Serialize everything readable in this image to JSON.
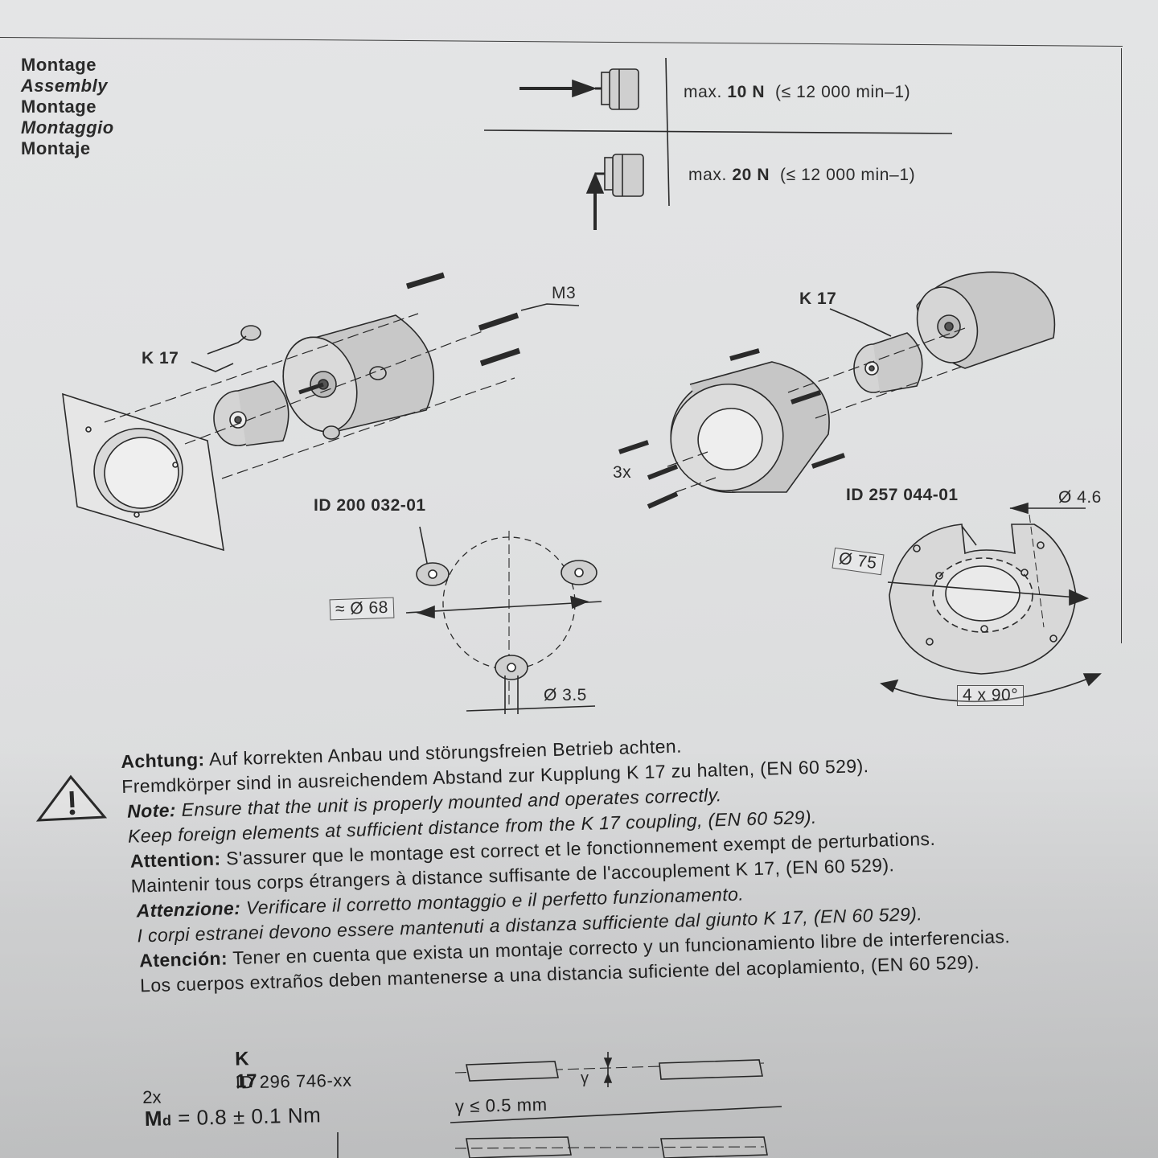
{
  "titles": [
    "Montage",
    "Assembly",
    "Montage",
    "Montaggio",
    "Montaje"
  ],
  "loads": {
    "axial": {
      "prefix": "max.",
      "value": "10 N",
      "speed": "(≤ 12 000 min–1)"
    },
    "radial": {
      "prefix": "max.",
      "value": "20 N",
      "speed": "(≤ 12 000 min–1)"
    }
  },
  "left_diagram": {
    "coupling_label": "K 17",
    "screw_label": "M3",
    "id": "ID 200 032-01",
    "pitch_diameter": "≈ Ø 68",
    "hole_diameter": "Ø 3.5"
  },
  "right_diagram": {
    "coupling_label": "K 17",
    "screw_count": "3x",
    "id": "ID 257 044-01",
    "hole_diameter": "Ø 4.6",
    "pitch_diameter": "Ø 75",
    "angle": "4 x 90°"
  },
  "warning": {
    "lines": [
      {
        "kw": "Achtung:",
        "text": " Auf korrekten Anbau und störungsfreien Betrieb achten.",
        "italic": false
      },
      {
        "kw": "",
        "text": "Fremdkörper sind in ausreichendem Abstand zur Kupplung K 17 zu halten, (EN 60 529).",
        "italic": false
      },
      {
        "kw": "Note:",
        "text": " Ensure that the unit is properly mounted and operates correctly.",
        "italic": true
      },
      {
        "kw": "",
        "text": "Keep foreign elements at sufficient distance from the K 17 coupling, (EN 60 529).",
        "italic": true
      },
      {
        "kw": "Attention:",
        "text": " S'assurer que le montage est correct et le fonctionnement exempt de perturbations.",
        "italic": false
      },
      {
        "kw": "",
        "text": "Maintenir tous corps étrangers à distance suffisante de l'accouplement K 17, (EN 60 529).",
        "italic": false
      },
      {
        "kw": "Attenzione:",
        "text": " Verificare il corretto montaggio e il perfetto funzionamento.",
        "italic": true
      },
      {
        "kw": "",
        "text": "I corpi estranei devono essere mantenuti a distanza sufficiente dal giunto K 17, (EN 60 529).",
        "italic": true
      },
      {
        "kw": "Atención:",
        "text": " Tener en cuenta que exista un montaje correcto y un funcionamiento libre de interferencias.",
        "italic": false
      },
      {
        "kw": "",
        "text": "Los cuerpos extraños deben mantenerse a una distancia suficiente del acoplamiento, (EN 60 529).",
        "italic": false
      }
    ]
  },
  "coupling_spec": {
    "name": "K 17",
    "id": "ID 296 746-xx",
    "quantity": "2x",
    "torque_symbol": "M",
    "torque_sub": "d",
    "torque_value": " = 0.8 ± 0.1 Nm",
    "gamma_symbol": "γ",
    "gamma_limit": "γ ≤ 0.5 mm"
  }
}
